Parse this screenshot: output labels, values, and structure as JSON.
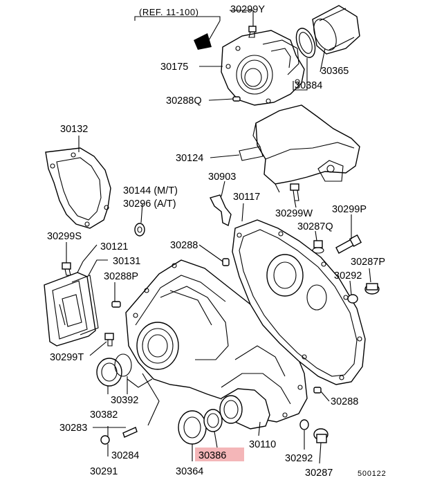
{
  "diagram": {
    "reference": "(REF. 11-100)",
    "figure_number": "500122",
    "highlight_color": "#f4b6b8",
    "highlighted_part": "30386",
    "part_numbers": [
      "30299Y",
      "30175",
      "30365",
      "30384",
      "30288Q",
      "30132",
      "30124",
      "30903",
      "30117",
      "30144 (M/T)",
      "30296 (A/T)",
      "30299W",
      "30299P",
      "30287Q",
      "30299S",
      "30121",
      "30131",
      "30288",
      "30287P",
      "30292",
      "30288P",
      "30299T",
      "30382",
      "30392",
      "30283",
      "30284",
      "30291",
      "30364",
      "30386",
      "30110",
      "30288",
      "30292",
      "30287"
    ]
  }
}
